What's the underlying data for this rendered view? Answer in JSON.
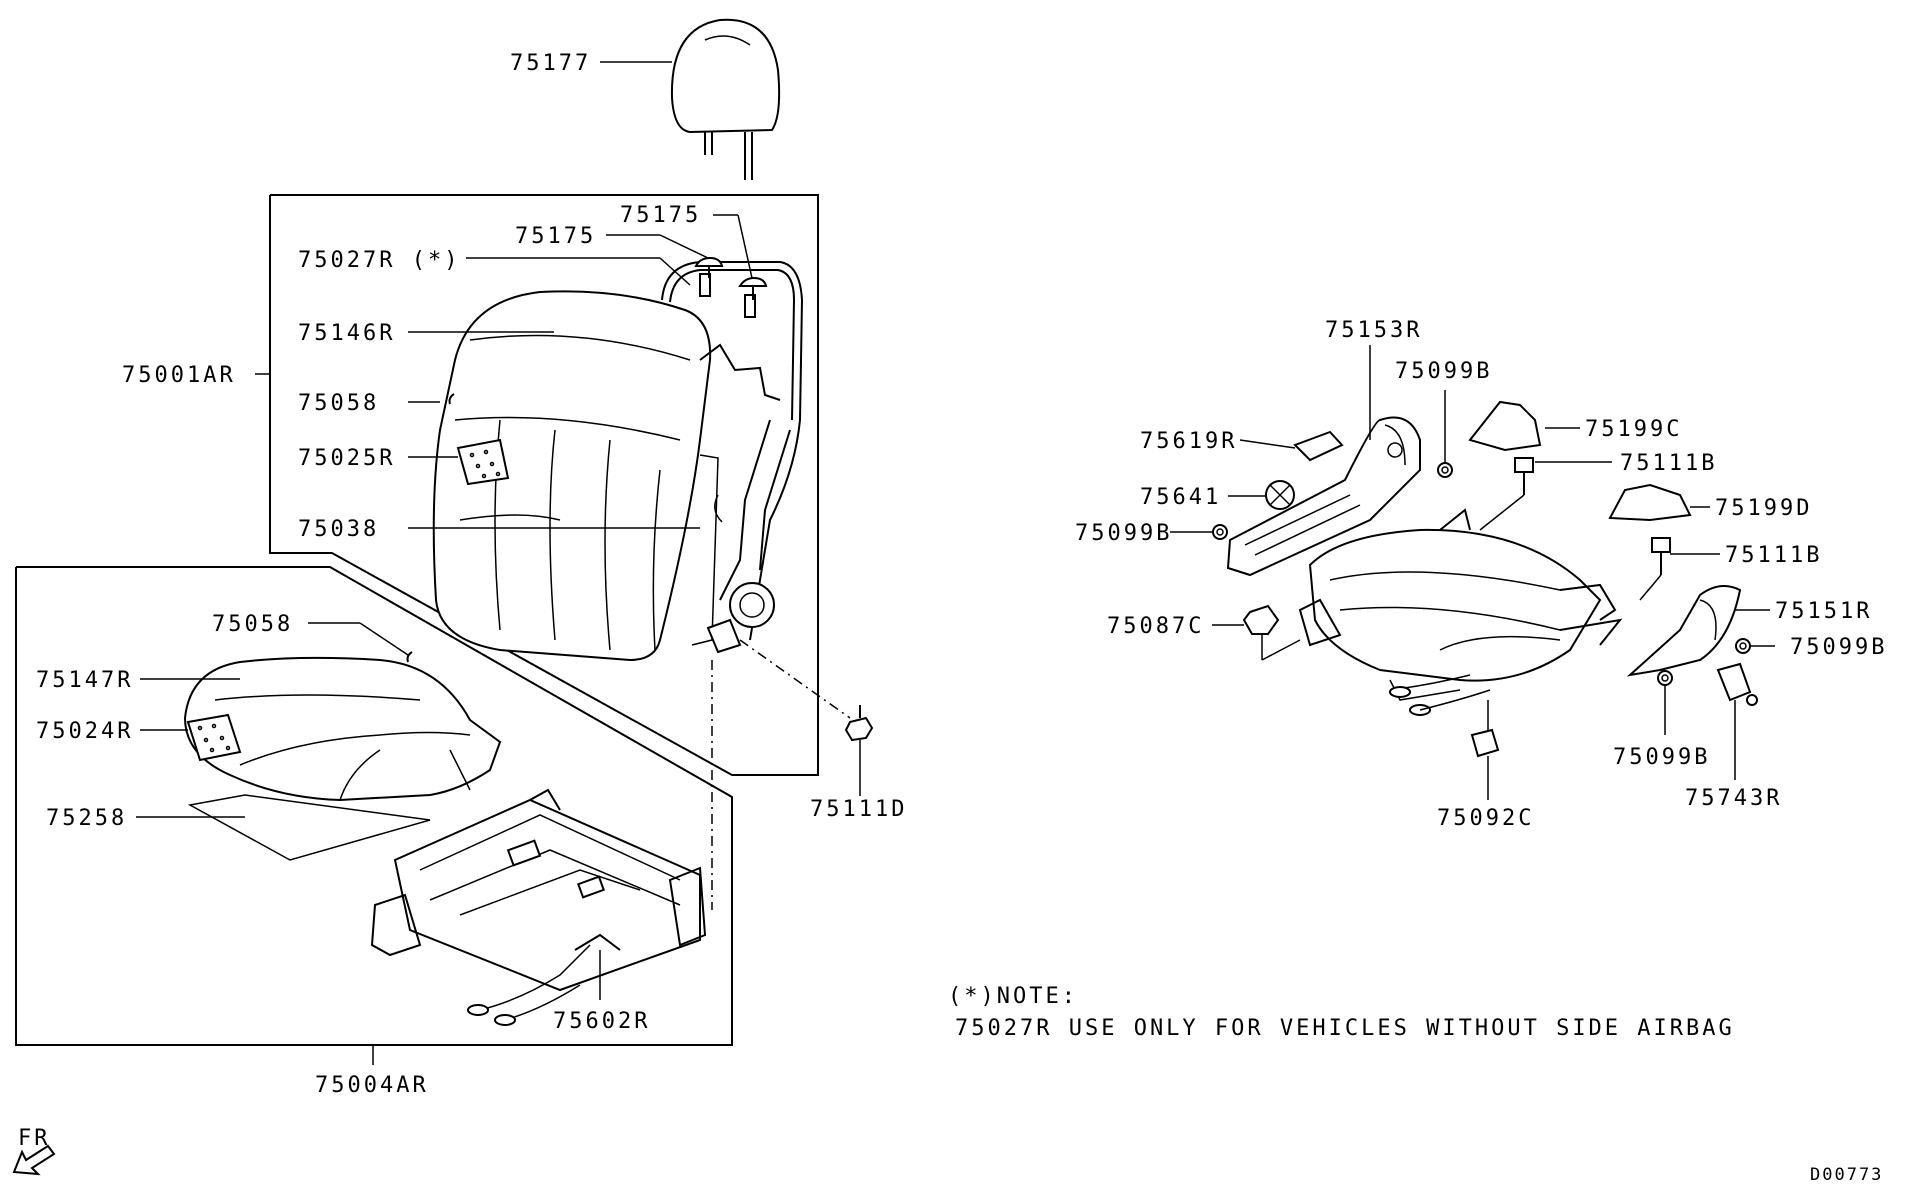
{
  "diagram": {
    "labels": {
      "headrest": "75177",
      "clip_right": "75175",
      "clip_left": "75175",
      "seatback_frame": "75027R (*)",
      "back_cover": "75146R",
      "back_assembly": "75001AR",
      "back_hog_ring": "75058",
      "back_heater_pad": "75025R",
      "back_wire": "75038",
      "back_bolt": "75111D",
      "cushion_hog_ring": "75058",
      "cushion_cover": "75147R",
      "cushion_heater_pad": "75024R",
      "cushion_sheet": "75258",
      "adjuster": "75602R",
      "cushion_assembly": "75004AR",
      "shield_inner": "75153R",
      "screw_top": "75099B",
      "knob_clip": "75619R",
      "bracket_c": "75199C",
      "bolt_b1": "75111B",
      "knob": "75641",
      "bracket_d": "75199D",
      "screw_left": "75099B",
      "bolt_b2": "75111B",
      "nut": "75087C",
      "shield_outer": "75151R",
      "screw_right": "75099B",
      "screw_bottom": "75099B",
      "cover_cap": "75743R",
      "connector": "75092C"
    },
    "note": {
      "heading": "(*)NOTE:",
      "text": "75027R USE ONLY FOR VEHICLES WITHOUT SIDE AIRBAG"
    },
    "direction": "FR",
    "drawing_id": "D00773"
  }
}
